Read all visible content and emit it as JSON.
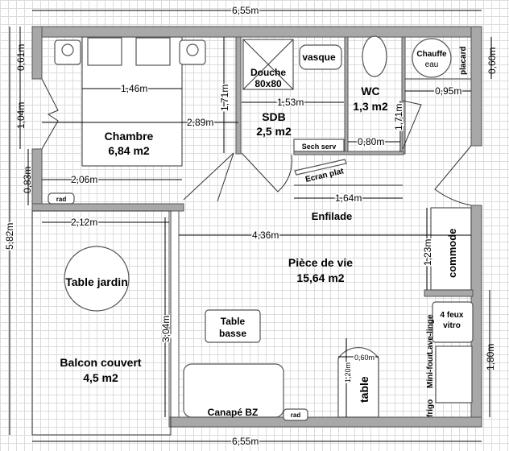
{
  "rooms": {
    "chambre": {
      "name": "Chambre",
      "area": "6,84 m2"
    },
    "sdb": {
      "name": "SDB",
      "area": "2,5 m2"
    },
    "wc": {
      "name": "WC",
      "area": "1,3 m2"
    },
    "piece_de_vie": {
      "name": "Pièce de vie",
      "area": "15,64 m2"
    },
    "balcon": {
      "name": "Balcon couvert",
      "area": "4,5 m2"
    },
    "enfilade": {
      "name": "Enfilade"
    }
  },
  "furniture": {
    "douche": [
      "Douche",
      "80x80"
    ],
    "vasque": "vasque",
    "chauffe_eau": [
      "Chauffe",
      "eau"
    ],
    "placard": "placard",
    "sech_serv": "Sech serv",
    "ecran_plat": "Ecran plat",
    "commode": "commode",
    "feux": [
      "4 feux",
      "vitro"
    ],
    "lave_linge": "Lave-linge",
    "mini_four": "Mini-four",
    "frigo": "frigo",
    "table": "table",
    "table_basse": [
      "Table",
      "basse"
    ],
    "canape": "Canapé BZ",
    "table_jardin": "Table jardin",
    "rad1": "rad",
    "rad2": "rad"
  },
  "dimensions": {
    "top": "6,55m",
    "bottom": "6,55m",
    "left_total": "5,82m",
    "left_061": "0,61m",
    "left_104": "1,04m",
    "left_083": "0,83m",
    "right_060": "0,60m",
    "right_180": "1,80m",
    "bed_width": "1,46m",
    "chambre_width": "2,89m",
    "chambre_171": "1,71m",
    "chambre_206": "2,06m",
    "sdb_153": "1,53m",
    "wc_171": "1,71m",
    "wc_080": "0,80m",
    "placard_095": "0,95m",
    "enfilade_164": "1,64m",
    "balcon_212": "2,12m",
    "vie_436": "4,36m",
    "balcon_304": "3,04m",
    "commode_123": "1,23m",
    "table_060": "0,60m",
    "table_120": "1,20m"
  }
}
